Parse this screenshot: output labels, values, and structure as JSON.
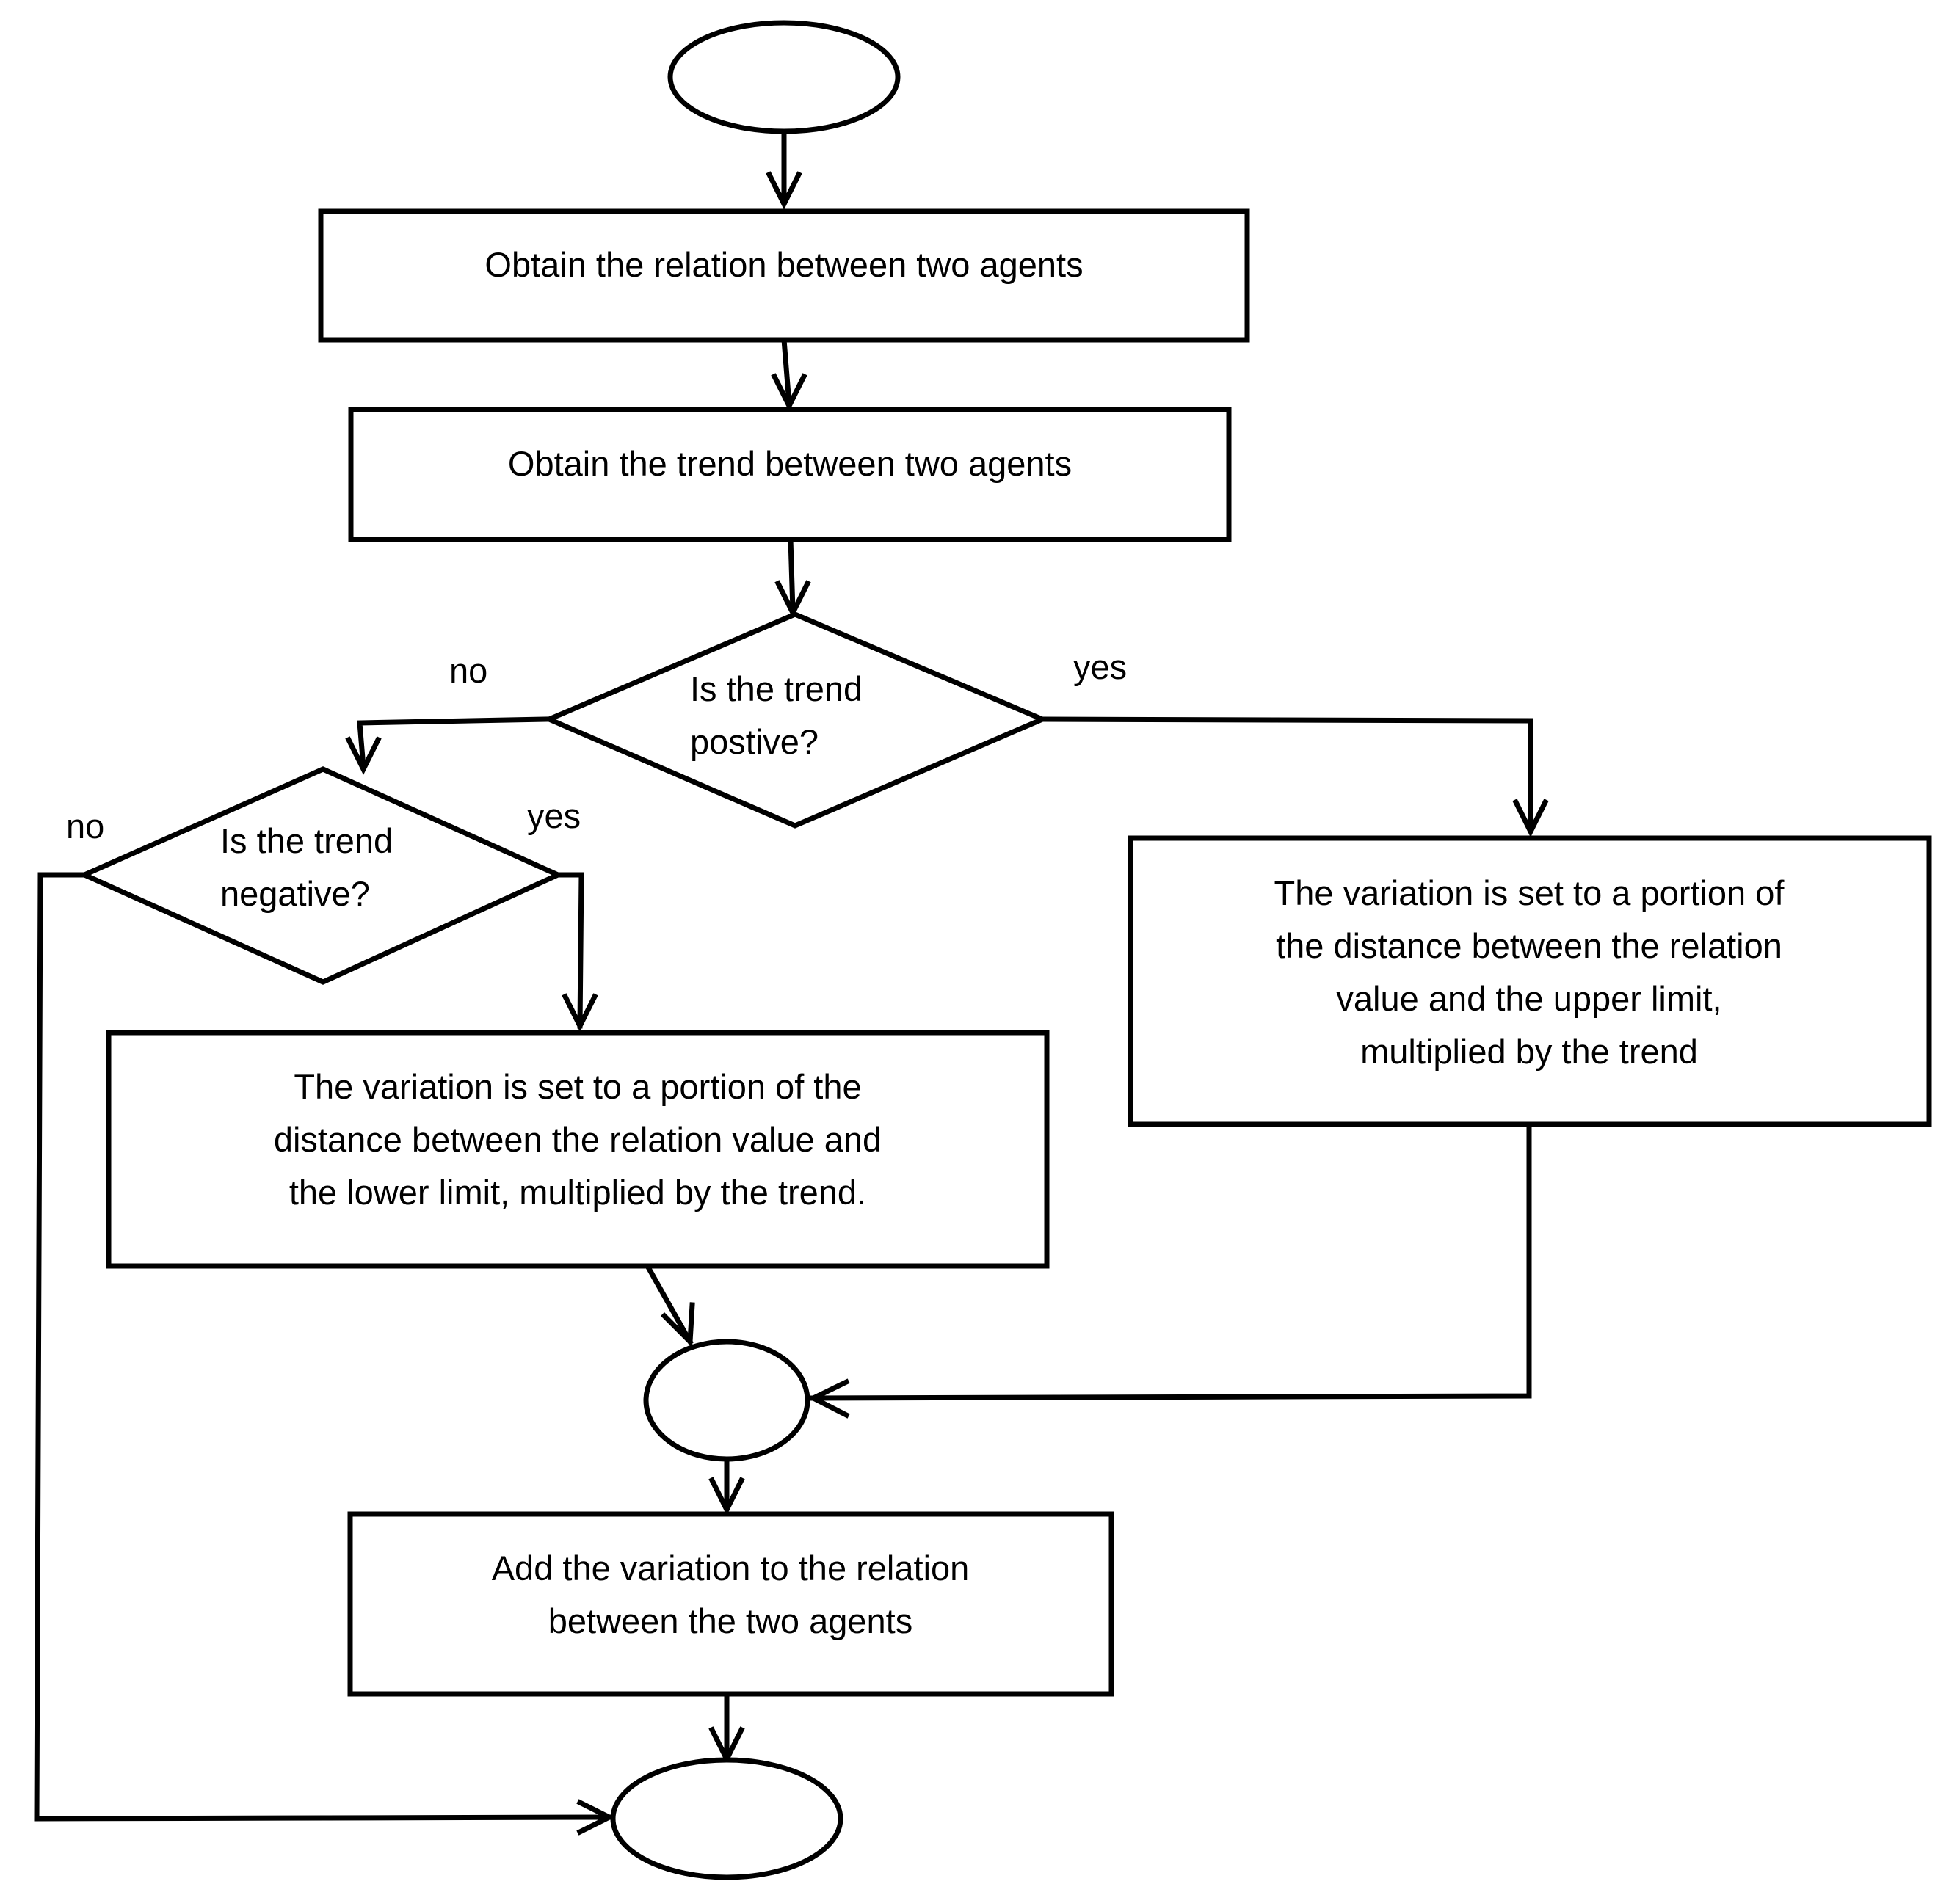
{
  "nodes": {
    "start": "",
    "obtain_relation": [
      "Obtain the relation between two agents"
    ],
    "obtain_trend": [
      "Obtain the trend between two agents"
    ],
    "is_positive": [
      "Is the trend",
      "postive?"
    ],
    "is_negative": [
      "Is the trend",
      "negative?"
    ],
    "upper_variation": [
      "The variation is set to a portion of",
      "the distance between the relation",
      "value and the upper limit,",
      "multiplied by the trend"
    ],
    "lower_variation": [
      "The variation is set to a portion of the",
      "distance between the relation value and",
      "the lower limit, multiplied by the trend."
    ],
    "merge": "",
    "add_variation": [
      "Add the variation to the relation",
      "between the two agents"
    ],
    "end": ""
  },
  "edge_labels": {
    "positive_no": "no",
    "positive_yes": "yes",
    "negative_no": "no",
    "negative_yes": "yes"
  }
}
